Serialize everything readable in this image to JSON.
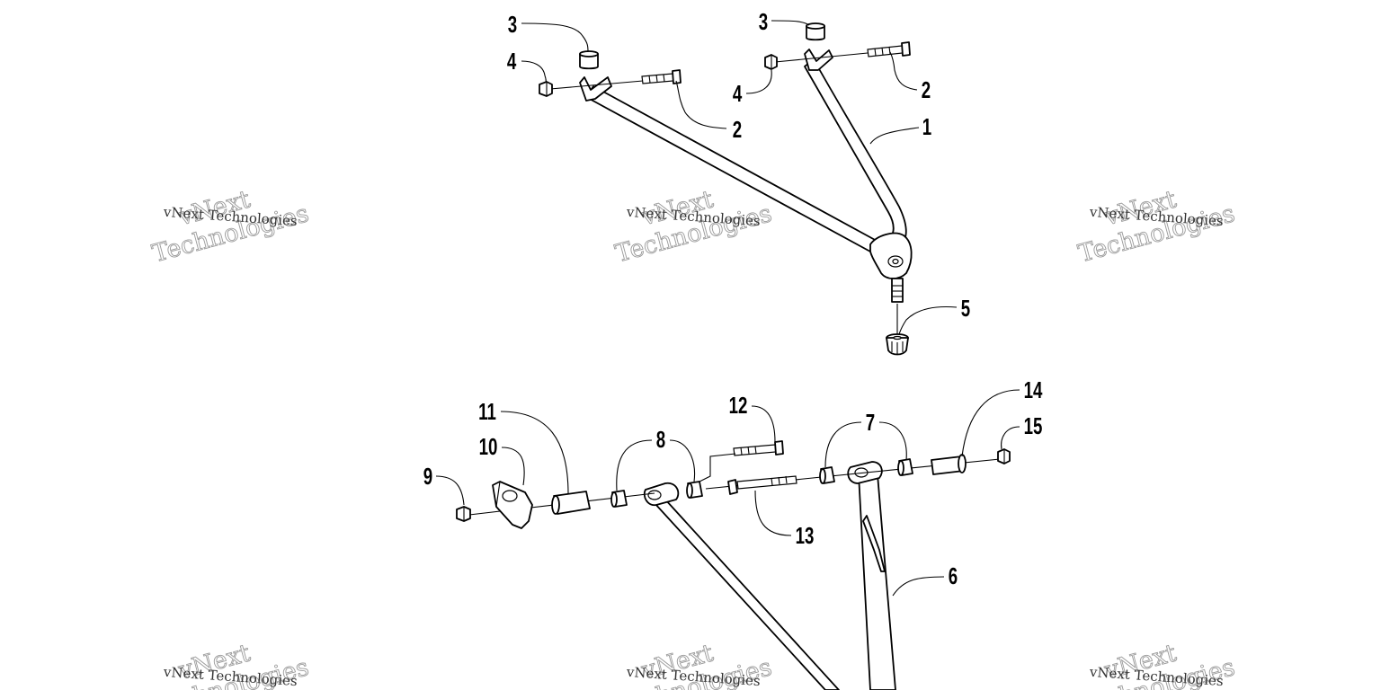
{
  "watermark": {
    "small": "vNext Technologies",
    "large_line1": "vNext",
    "large_line2": "Technologies"
  },
  "callouts": {
    "c1": "1",
    "c2a": "2",
    "c2b": "2",
    "c3a": "3",
    "c3b": "3",
    "c4a": "4",
    "c4b": "4",
    "c5": "5",
    "c6": "6",
    "c7": "7",
    "c8": "8",
    "c9": "9",
    "c10": "10",
    "c11": "11",
    "c12": "12",
    "c13": "13",
    "c14": "14",
    "c15": "15"
  },
  "colors": {
    "line": "#000000",
    "background": "#ffffff",
    "watermark": "#9a9a9a"
  }
}
